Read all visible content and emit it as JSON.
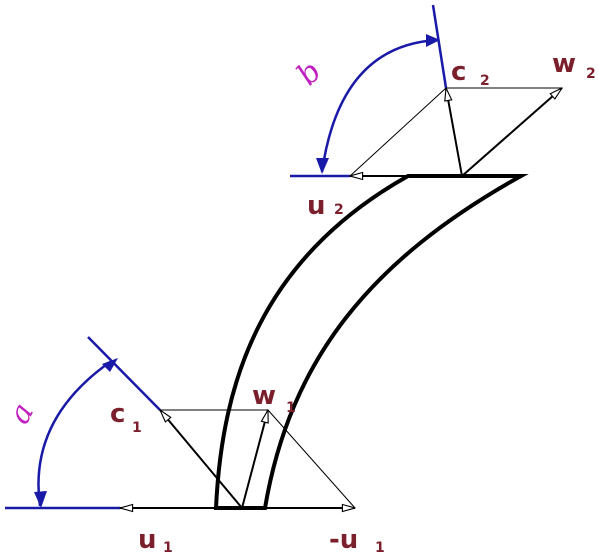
{
  "colors": {
    "vector": "#000000",
    "construction": "#000000",
    "reference": "#1a1aa8",
    "angle_label": "#c020c0",
    "vector_label": "#7a1f2b"
  },
  "labels": {
    "a": "a",
    "b": "b",
    "c1": {
      "main": "c",
      "sub": "1"
    },
    "w1": {
      "main": "w",
      "sub": "1"
    },
    "u1": {
      "main": "u",
      "sub": "1"
    },
    "neg_u1": {
      "main": "-u",
      "sub": "1"
    },
    "c2": {
      "main": "c",
      "sub": "2"
    },
    "w2": {
      "main": "w",
      "sub": "2"
    },
    "u2": {
      "main": "u",
      "sub": "2"
    }
  }
}
